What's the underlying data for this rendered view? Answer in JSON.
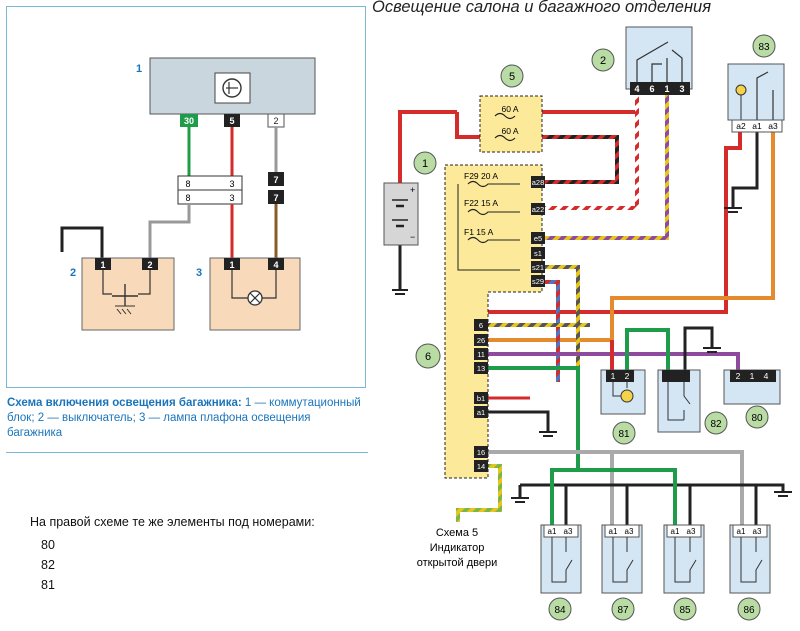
{
  "title": "Освещение салона и багажного отделения",
  "left_scheme": {
    "caption_bold": "Схема включения освещения багажника:",
    "caption_rest": " 1 — коммутационный блок; 2 — выключатель; 3 — лампа плафона освещения багажника",
    "labels": {
      "n1": "1",
      "n2": "2",
      "n3": "3"
    },
    "pins_top": [
      "30",
      "5",
      "2"
    ],
    "connector_a": [
      "8",
      "3",
      "8",
      "3"
    ],
    "connector_b": [
      "7",
      "7"
    ],
    "switch_pins": [
      "1",
      "2"
    ],
    "lamp_pins": [
      "1",
      "4"
    ]
  },
  "note": {
    "text": "На правой схеме те же элементы под номерами:",
    "items": [
      "80",
      "82",
      "81"
    ]
  },
  "right_scheme": {
    "fuse_box_label": "5",
    "fuse_box_fuses": [
      "60 A",
      "60 A"
    ],
    "battery_label": "1",
    "battery_plus": "+",
    "battery_minus": "−",
    "switch2_label": "2",
    "switch2_pins": [
      "4",
      "6",
      "1",
      "3"
    ],
    "relay83_label": "83",
    "relay83_pins": [
      "a2",
      "a1",
      "a3"
    ],
    "block6_label": "6",
    "block6_fuses": [
      "F29 20 A",
      "F22 15 A",
      "F1 15 A"
    ],
    "block6_pins_right": [
      "a28",
      "a22",
      "e5",
      "s1",
      "s21",
      "s29"
    ],
    "block6_pins_left": [
      "6",
      "26",
      "11",
      "13",
      "b1",
      "a1",
      "16",
      "14"
    ],
    "lamp81_label": "81",
    "lamp81_pins": [
      "1",
      "2"
    ],
    "switch82_label": "82",
    "block80_label": "80",
    "block80_pins": [
      "2",
      "1",
      "4"
    ],
    "door_switches": [
      {
        "label": "84",
        "pins": [
          "a1",
          "a3"
        ]
      },
      {
        "label": "87",
        "pins": [
          "a1",
          "a3"
        ]
      },
      {
        "label": "85",
        "pins": [
          "a1",
          "a3"
        ]
      },
      {
        "label": "86",
        "pins": [
          "a1",
          "a3"
        ]
      }
    ],
    "scheme5_text": [
      "Схема 5",
      "Индикатор",
      "открытой двери"
    ]
  }
}
